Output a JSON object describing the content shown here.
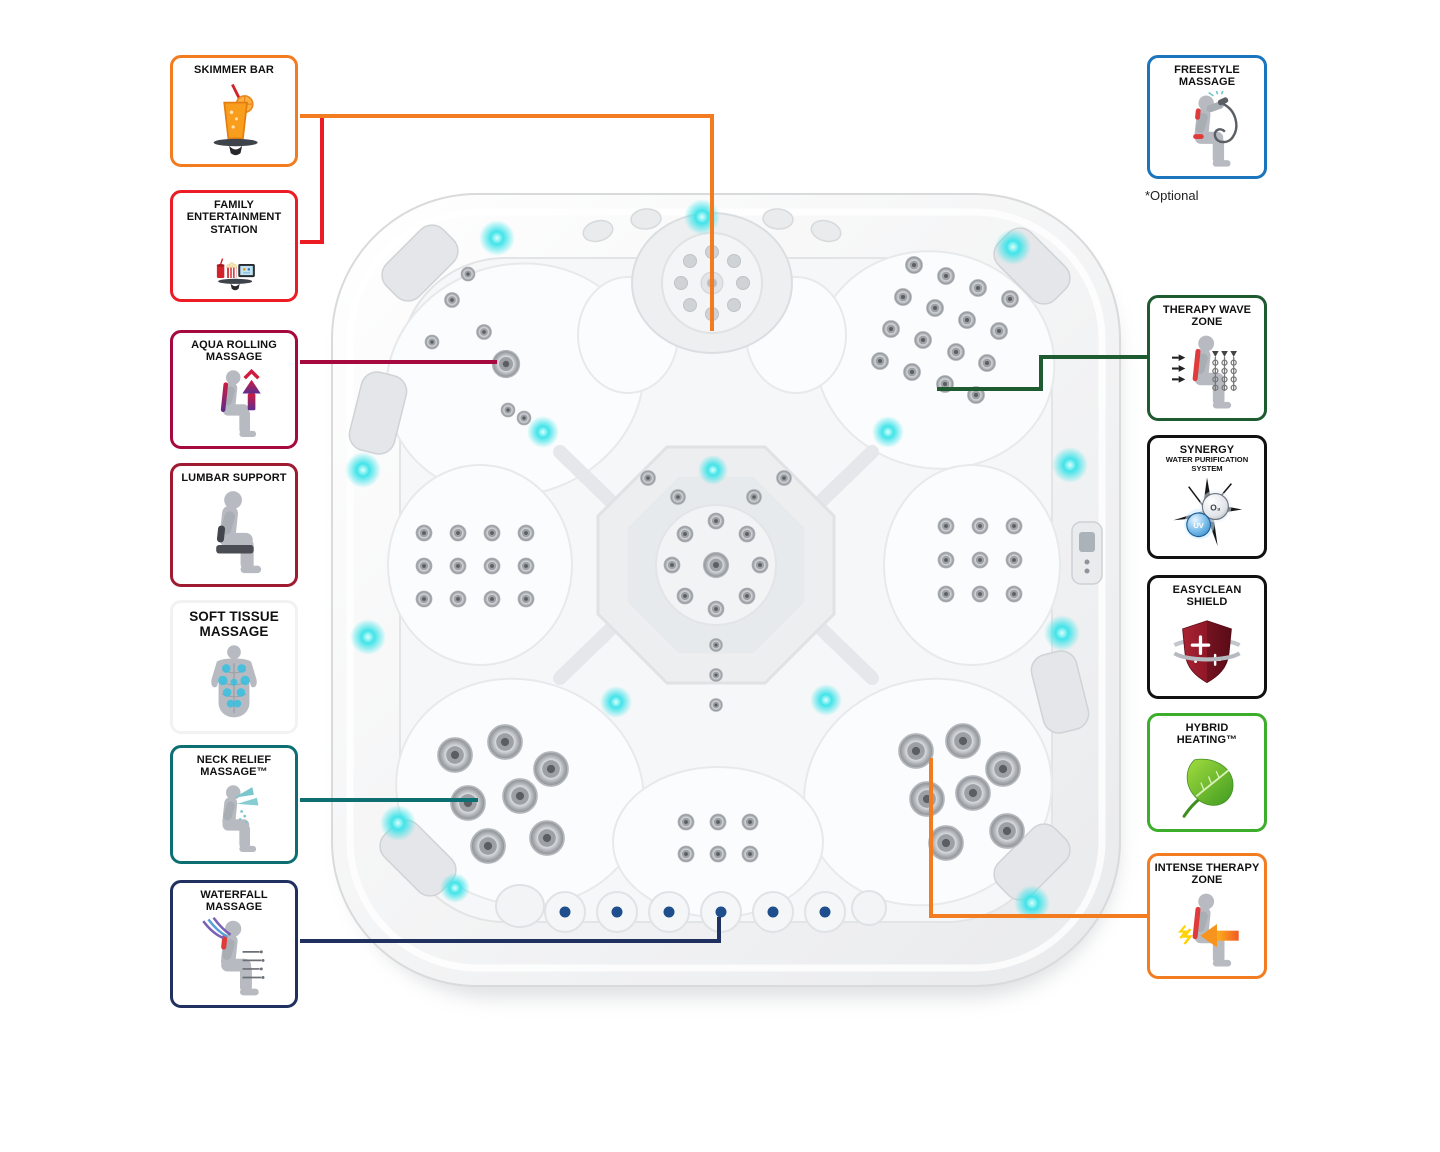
{
  "page": {
    "background_color": "#ffffff"
  },
  "left_callouts": [
    {
      "label": "SKIMMER BAR",
      "border_color": "#F47C20",
      "line_color": "#F47C20",
      "icon": "drink-tray-icon"
    },
    {
      "label": "FAMILY ENTERTAINMENT STATION",
      "border_color": "#EC1C24",
      "line_color": "#EC1C24",
      "icon": "entertainment-tray-icon"
    },
    {
      "label": "AQUA ROLLING MASSAGE",
      "border_color": "#A6093D",
      "line_color": "#A6093D",
      "icon": "aqua-rolling-person-icon"
    },
    {
      "label": "LUMBAR SUPPORT",
      "border_color": "#9E1B32",
      "icon": "lumbar-person-icon"
    },
    {
      "label": "SOFT TISSUE MASSAGE",
      "border_color": "#F2F2F2",
      "icon": "back-muscles-icon"
    },
    {
      "label": "NECK RELIEF MASSAGE™",
      "border_color": "#0E6F72",
      "line_color": "#0E6F72",
      "icon": "neck-relief-person-icon"
    },
    {
      "label": "WATERFALL MASSAGE",
      "border_color": "#20305F",
      "line_color": "#20305F",
      "icon": "waterfall-person-icon"
    }
  ],
  "right_callouts": [
    {
      "label": "FREESTYLE MASSAGE",
      "border_color": "#1B75BC",
      "icon": "freestyle-person-icon",
      "note": "*Optional"
    },
    {
      "label": "THERAPY WAVE ZONE",
      "border_color": "#1E5B30",
      "line_color": "#1E5B30",
      "icon": "therapy-wave-person-icon"
    },
    {
      "label": "SYNERGY",
      "sublabel": "WATER PURIFICATION SYSTEM",
      "border_color": "#111111",
      "icon": "uv-ozone-purification-icon",
      "bubble_labels": {
        "uv": "UV",
        "o3": "O₃"
      }
    },
    {
      "label": "EASYCLEAN SHIELD",
      "border_color": "#111111",
      "icon": "shield-icon"
    },
    {
      "label": "HYBRID HEATING™",
      "border_color": "#3DAE2B",
      "icon": "leaf-icon"
    },
    {
      "label": "INTENSE THERAPY ZONE",
      "border_color": "#F47C20",
      "line_color": "#F47C20",
      "icon": "intense-therapy-person-icon"
    }
  ],
  "hot_tub": {
    "led_light_color": "#3FE3E8",
    "shell_color": "#F2F3F4",
    "jet_color": "#9DA1A6",
    "footwell_dot_color": "#1F4E8C"
  }
}
